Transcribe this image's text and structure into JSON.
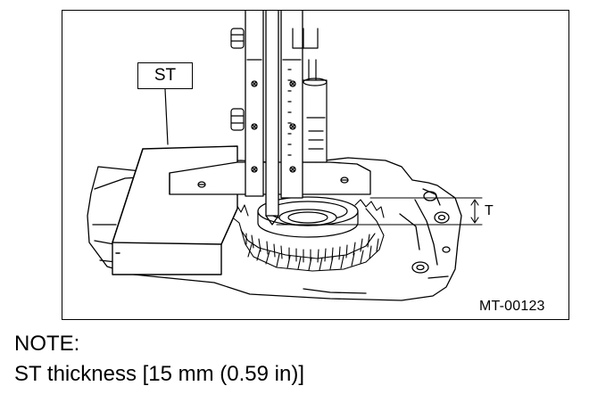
{
  "figure": {
    "callouts": {
      "st": "ST",
      "t": "T"
    },
    "figure_code": "MT-00123",
    "line_color": "#000000",
    "background_color": "#ffffff"
  },
  "note": {
    "heading": "NOTE:",
    "body": "ST thickness [15 mm (0.59 in)]"
  }
}
